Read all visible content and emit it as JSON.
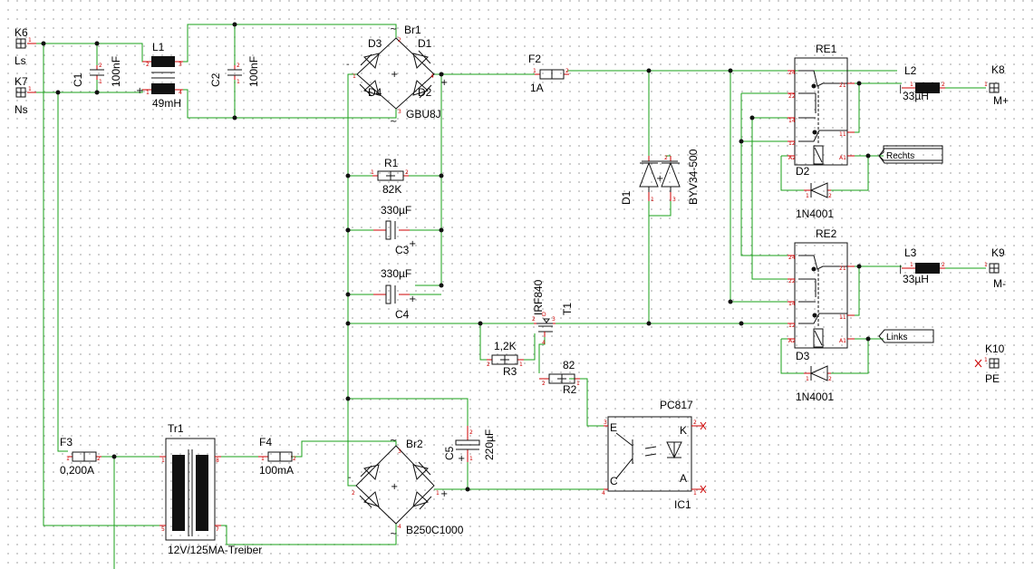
{
  "terminals": {
    "k6": {
      "ref": "K6",
      "name": "Ls"
    },
    "k7": {
      "ref": "K7",
      "name": "Ns"
    },
    "k8": {
      "ref": "K8",
      "name": "M+"
    },
    "k9": {
      "ref": "K9",
      "name": "M-"
    },
    "k10": {
      "ref": "K10",
      "name": "PE"
    }
  },
  "components": {
    "c1": {
      "ref": "C1",
      "value": "100nF"
    },
    "c2": {
      "ref": "C2",
      "value": "100nF"
    },
    "l1": {
      "ref": "L1",
      "value": "49mH"
    },
    "br1": {
      "ref": "Br1",
      "value": "GBU8J",
      "d1": "D1",
      "d2": "D2",
      "d3": "D3",
      "d4": "D4"
    },
    "f2": {
      "ref": "F2",
      "value": "1A"
    },
    "r1": {
      "ref": "R1",
      "value": "82K"
    },
    "c3": {
      "ref": "C3",
      "value": "330µF"
    },
    "c4": {
      "ref": "C4",
      "value": "330µF"
    },
    "d1": {
      "ref": "D1",
      "value": "BYV34-500"
    },
    "re1": {
      "ref": "RE1"
    },
    "re2": {
      "ref": "RE2"
    },
    "l2": {
      "ref": "L2",
      "value": "33µH"
    },
    "l3": {
      "ref": "L3",
      "value": "33µH"
    },
    "d2": {
      "ref": "D2",
      "value": "1N4001"
    },
    "d3": {
      "ref": "D3",
      "value": "1N4001"
    },
    "t1": {
      "ref": "T1",
      "value": "IRF840"
    },
    "r3": {
      "ref": "R3",
      "value": "1,2K"
    },
    "r2": {
      "ref": "R2",
      "value": "82"
    },
    "ic1": {
      "ref": "IC1",
      "value": "PC817",
      "pin_e": "E",
      "pin_c": "C",
      "pin_k": "K",
      "pin_a": "A"
    },
    "f3": {
      "ref": "F3",
      "value": "0,200A"
    },
    "tr1": {
      "ref": "Tr1",
      "value": "12V/125MA-Treiber"
    },
    "f4": {
      "ref": "F4",
      "value": "100mA"
    },
    "br2": {
      "ref": "Br2",
      "value": "B250C1000"
    },
    "c5": {
      "ref": "C5",
      "value": "220µF"
    }
  },
  "net_labels": {
    "rechts": "Rechts",
    "links": "Links"
  }
}
